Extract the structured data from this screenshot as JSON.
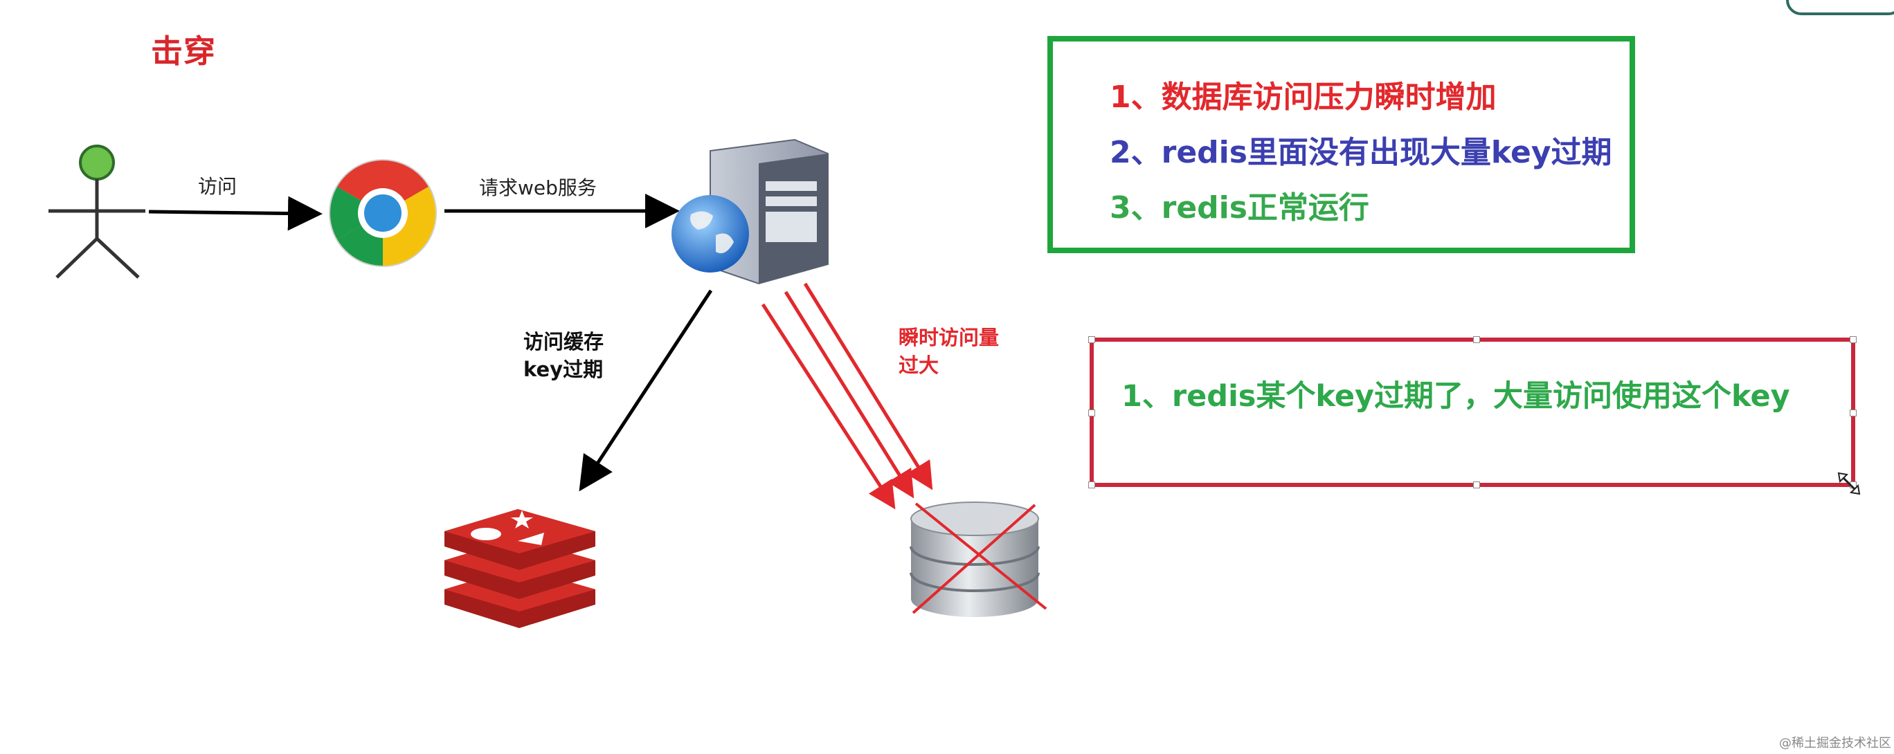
{
  "title": "击穿",
  "edges": {
    "access": "访问",
    "web_request": "请求web服务",
    "cache_line1": "访问缓存",
    "cache_line2": "key过期",
    "burst_line1": "瞬时访问量",
    "burst_line2": "过大"
  },
  "conditions_box": {
    "items": [
      {
        "text": "1、数据库访问压力瞬时增加",
        "color": "#e2282c"
      },
      {
        "text": "2、redis里面没有出现大量key过期",
        "color": "#3b3fb0"
      },
      {
        "text": "3、redis正常运行",
        "color": "#35a84c"
      }
    ]
  },
  "cause_box": {
    "text": "1、redis某个key过期了，大量访问使用这个key"
  },
  "watermark": "@稀土掘金技术社区",
  "colors": {
    "red": "#e2282c",
    "green_border": "#1fa53d",
    "red_border": "#c8283c",
    "redis_red": "#d42d28"
  },
  "icons": [
    "user-icon",
    "chrome-browser-icon",
    "web-server-icon",
    "redis-icon",
    "database-icon",
    "cross-icon"
  ]
}
